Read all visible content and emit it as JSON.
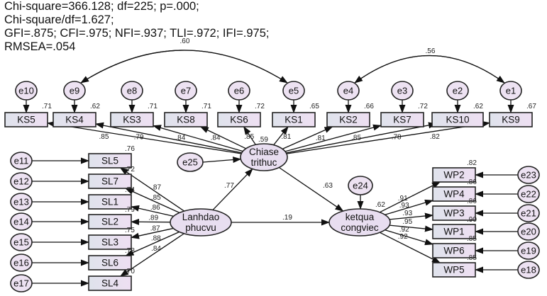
{
  "fit_stats": [
    "Chi-square=366.128; df=225; p=.000;",
    "Chi-square/df=1.627;",
    "GFI=.875; CFI=.975; NFI=.937;  TLI=.972; IFI=.975;",
    "RMSEA=.054"
  ],
  "latents": {
    "chiase": {
      "lines": [
        "Chiase",
        "trithuc"
      ],
      "r2": ".59",
      "error": "e25"
    },
    "lanhdao": {
      "lines": [
        "Lanhdao",
        "phucvu"
      ]
    },
    "ketqua": {
      "lines": [
        "ketqua",
        "congviec"
      ],
      "r2": ".62",
      "error": "e24"
    }
  },
  "paths": [
    {
      "from": "lanhdao",
      "to": "chiase",
      "label": ".77"
    },
    {
      "from": "chiase",
      "to": "ketqua",
      "label": ".63"
    },
    {
      "from": "lanhdao",
      "to": "ketqua",
      "label": ".19"
    }
  ],
  "ks_indicators": [
    {
      "name": "KS5",
      "error": "e10",
      "r2": ".71",
      "loading": ".85"
    },
    {
      "name": "KS4",
      "error": "e9",
      "r2": ".62",
      "loading": ".79"
    },
    {
      "name": "KS3",
      "error": "e8",
      "r2": ".71",
      "loading": ".84"
    },
    {
      "name": "KS8",
      "error": "e7",
      "r2": ".71",
      "loading": ".84"
    },
    {
      "name": "KS6",
      "error": "e6",
      "r2": ".72",
      "loading": ".85"
    },
    {
      "name": "KS1",
      "error": "e5",
      "r2": ".65",
      "loading": ".81"
    },
    {
      "name": "KS2",
      "error": "e4",
      "r2": ".66",
      "loading": ".81"
    },
    {
      "name": "KS7",
      "error": "e3",
      "r2": ".72",
      "loading": ".85"
    },
    {
      "name": "KS10",
      "error": "e2",
      "r2": ".62",
      "loading": ".78"
    },
    {
      "name": "KS9",
      "error": "e1",
      "r2": ".67",
      "loading": ".82"
    }
  ],
  "sl_indicators": [
    {
      "name": "SL5",
      "error": "e11",
      "r2": ".76",
      "loading": ".87"
    },
    {
      "name": "SL7",
      "error": "e12",
      "r2": ".72",
      "loading": ".85"
    },
    {
      "name": "SL1",
      "error": "e13",
      "r2": ".74",
      "loading": ".86"
    },
    {
      "name": "SL2",
      "error": "e14",
      "r2": ".79",
      "loading": ".89"
    },
    {
      "name": "SL3",
      "error": "e15",
      "r2": ".75",
      "loading": ".87"
    },
    {
      "name": "SL6",
      "error": "e16",
      "r2": ".78",
      "loading": ".88"
    },
    {
      "name": "SL4",
      "error": "e17",
      "r2": ".70",
      "loading": ".84"
    }
  ],
  "wp_indicators": [
    {
      "name": "WP2",
      "error": "e23",
      "r2": ".82",
      "loading": ".91"
    },
    {
      "name": "WP4",
      "error": "e22",
      "r2": ".86",
      "loading": ".93"
    },
    {
      "name": "WP3",
      "error": "e21",
      "r2": ".86",
      "loading": ".93"
    },
    {
      "name": "WP1",
      "error": "e20",
      "r2": ".90",
      "loading": ".95"
    },
    {
      "name": "WP6",
      "error": "e19",
      "r2": ".85",
      "loading": ".92"
    },
    {
      "name": "WP5",
      "error": "e18",
      "r2": ".85",
      "loading": ".92"
    }
  ],
  "covariances": [
    {
      "from": "e9",
      "to": "e5",
      "label": ".60"
    },
    {
      "from": "e4",
      "to": "e1",
      "label": ".56"
    }
  ]
}
